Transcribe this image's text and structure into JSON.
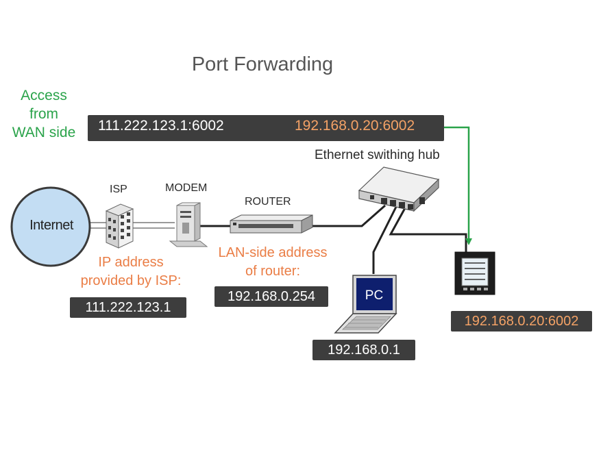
{
  "title": "Port Forwarding",
  "wan_access": {
    "label_lines": [
      "Access",
      "from",
      "WAN side"
    ],
    "source": "111.222.123.1:6002",
    "destination": "192.168.0.20:6002"
  },
  "nodes": {
    "internet": "Internet",
    "isp": "ISP",
    "modem": "MODEM",
    "router": "ROUTER",
    "hub": "Ethernet swithing hub",
    "pc": "PC"
  },
  "isp_address": {
    "label_lines": [
      "IP address",
      "provided by ISP:"
    ],
    "value": "111.222.123.1"
  },
  "router_address": {
    "label_lines": [
      "LAN-side address",
      "of router:"
    ],
    "value": "192.168.0.254"
  },
  "pc_address": "192.168.0.1",
  "device_address": "192.168.0.20:6002",
  "colors": {
    "wan_green": "#2aa34a",
    "label_orange": "#ea7d45",
    "box_dark": "#3d3d3d",
    "internet_fill": "#c3ddf3"
  }
}
